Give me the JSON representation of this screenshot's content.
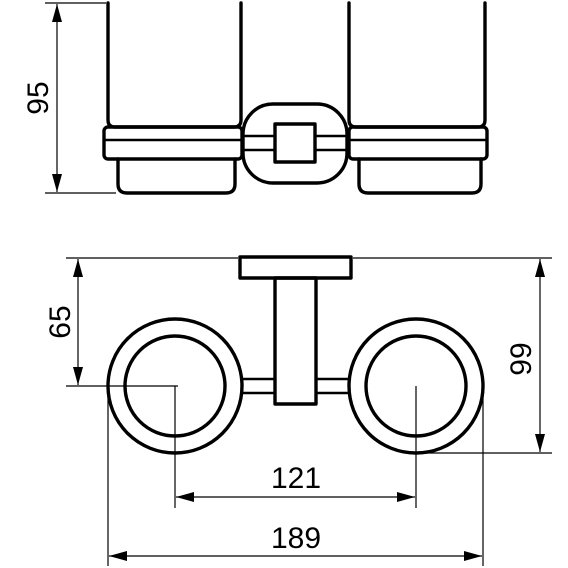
{
  "diagram": {
    "stroke_color": "#000000",
    "background_color": "#ffffff",
    "dimensions": {
      "height_side": "95",
      "wall_to_center": "65",
      "depth_total": "99",
      "center_to_center": "121",
      "overall_width": "189"
    }
  }
}
